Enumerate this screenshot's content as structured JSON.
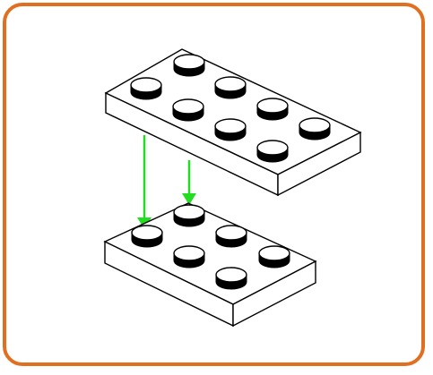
{
  "diagram": {
    "subject": "lego-brick-stacking",
    "top_brick": {
      "studs": "2x4"
    },
    "bottom_brick": {
      "studs": "2x3"
    },
    "arrows": {
      "count": 2,
      "direction": "down"
    }
  },
  "colors": {
    "frame": "#e07020",
    "arrow": "#22dd22",
    "outline": "#000000",
    "brick_fill": "#ffffff",
    "stud_shadow": "#000000"
  },
  "icons": [
    "lego-brick-icon",
    "down-arrow-icon"
  ]
}
